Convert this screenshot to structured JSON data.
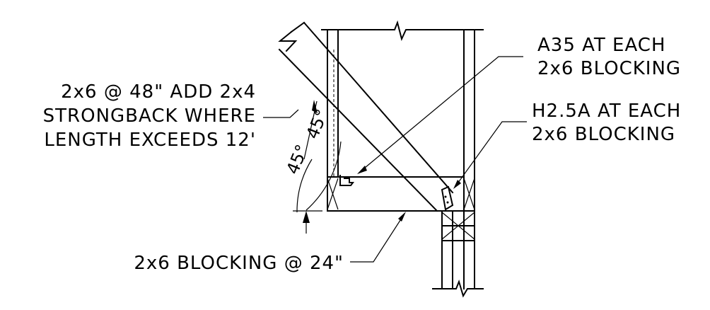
{
  "notes": {
    "a35": {
      "line1": "A35 AT EACH",
      "line2": "2x6 BLOCKING"
    },
    "h25a": {
      "line1": "H2.5A AT EACH",
      "line2": "2x6 BLOCKING"
    },
    "strongback": {
      "line1": "2x6 @ 48\" ADD 2x4",
      "line2": "STRONGBACK WHERE",
      "line3": "LENGTH EXCEEDS 12'"
    },
    "blocking": {
      "text": "2x6 BLOCKING @ 24\""
    }
  },
  "dimension": {
    "angle_upper": "45°",
    "angle_lower": "45°"
  }
}
